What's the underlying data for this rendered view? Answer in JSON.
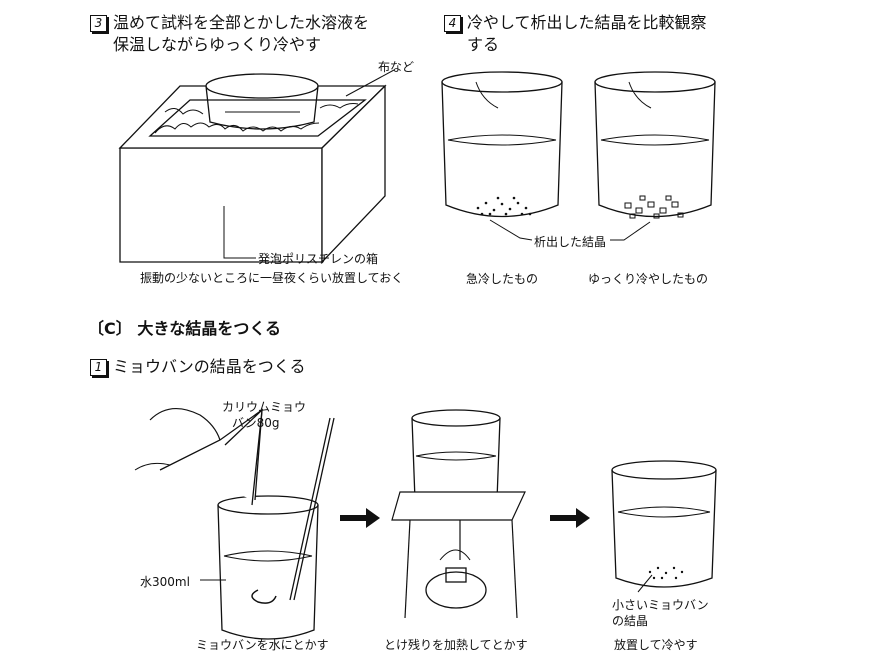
{
  "step3": {
    "num": "3",
    "title_line1": "温めて試料を全部とかした水溶液を",
    "title_line2": "保温しながらゆっくり冷やす",
    "label_cloth": "布など",
    "label_box": "発泡ポリスチレンの箱",
    "caption": "振動の少ないところに一昼夜くらい放置しておく"
  },
  "step4": {
    "num": "4",
    "title_line1": "冷やして析出した結晶を比較観察",
    "title_line2": "する",
    "label_crystals": "析出した結晶",
    "caption_fast": "急冷したもの",
    "caption_slow": "ゆっくり冷やしたもの"
  },
  "sectionC": {
    "title": "〔C〕 大きな結晶をつくる"
  },
  "stepC1": {
    "num": "1",
    "title": "ミョウバンの結晶をつくる",
    "label_alum_line1": "カリウムミョウ",
    "label_alum_line2": "バン80g",
    "label_water": "水300ml",
    "label_small_line1": "小さいミョウバン",
    "label_small_line2": "の結晶",
    "caption_dissolve": "ミョウバンを水にとかす",
    "caption_heat": "とけ残りを加熱してとかす",
    "caption_cool": "放置して冷やす"
  }
}
